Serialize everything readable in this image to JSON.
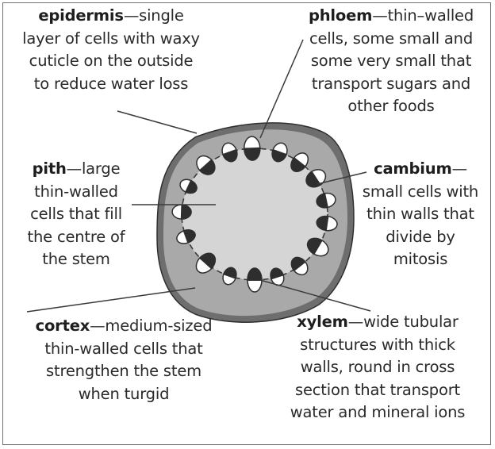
{
  "colors": {
    "epidermis": "#6e6e6e",
    "cortex": "#a9a9a9",
    "pith": "#d5d5d5",
    "bundle_dark": "#2e2e2e",
    "line": "#3a3a3a",
    "border": "#6f6f6f"
  },
  "labels": {
    "epidermis": {
      "term": "epidermis",
      "first_rest": "—single",
      "lines": [
        "layer of cells with waxy",
        "cuticle on the outside",
        "to reduce water loss"
      ]
    },
    "phloem": {
      "term": "phloem",
      "first_rest": "—thin–walled",
      "lines": [
        "cells, some small and",
        "some very small that",
        "transport sugars and",
        "other foods"
      ]
    },
    "pith": {
      "term": "pith",
      "first_rest": "—large",
      "lines": [
        "thin-walled",
        "cells that fill",
        "the centre of",
        "the stem"
      ]
    },
    "cambium": {
      "term": "cambium",
      "first_rest": "—",
      "lines": [
        "small cells with",
        "thin walls that",
        "divide by",
        "mitosis"
      ]
    },
    "cortex": {
      "term": "cortex",
      "first_rest": "—medium-sized",
      "lines": [
        "thin-walled cells that",
        "strengthen the stem",
        "when turgid"
      ]
    },
    "xylem": {
      "term": "xylem",
      "first_rest": "—wide tubular",
      "lines": [
        "structures with thick",
        "walls, round in cross",
        "section that transport",
        "water and mineral ions"
      ]
    }
  }
}
